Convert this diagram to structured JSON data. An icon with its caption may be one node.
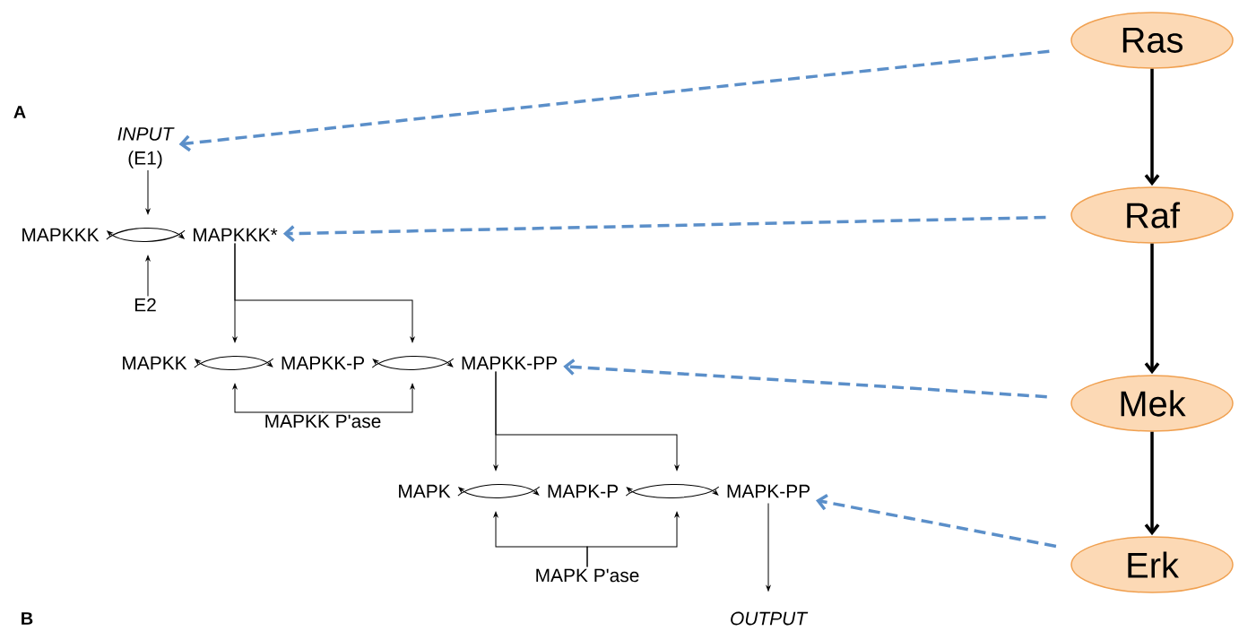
{
  "diagram": {
    "nodes": [
      {
        "text": [
          "INPUT",
          "(E1)"
        ]
      },
      {
        "text": [
          "MAPKKK"
        ]
      },
      {
        "text": [
          "MAPKKK*"
        ]
      },
      {
        "text": [
          "E2"
        ]
      },
      {
        "text": [
          "MAPKK"
        ]
      },
      {
        "text": [
          "MAPKK-P"
        ]
      },
      {
        "text": [
          "MAPKK-PP"
        ]
      },
      {
        "text": [
          "MAPKK P'ase"
        ]
      },
      {
        "text": [
          "MAPK"
        ]
      },
      {
        "text": [
          "MAPK-P"
        ]
      },
      {
        "text": [
          "MAPK-PP"
        ]
      },
      {
        "text": [
          "MAPK P'ase"
        ]
      },
      {
        "text": [
          "OUTPUT"
        ]
      },
      {
        "text": [
          "Ras"
        ]
      },
      {
        "text": [
          "Raf"
        ]
      },
      {
        "text": [
          "Mek"
        ]
      },
      {
        "text": [
          "Erk"
        ]
      }
    ],
    "edges": [
      {
        "from": 13,
        "to": 0,
        "arrow": "to",
        "style": "dashed",
        "color": "#5b8fc9"
      },
      {
        "from": 14,
        "to": 2,
        "arrow": "to",
        "style": "dashed",
        "color": "#5b8fc9"
      },
      {
        "from": 15,
        "to": 6,
        "arrow": "to",
        "style": "dashed",
        "color": "#5b8fc9"
      },
      {
        "from": 16,
        "to": 10,
        "arrow": "to",
        "style": "dashed",
        "color": "#5b8fc9"
      },
      {
        "from": 13,
        "to": 14,
        "arrow": "to",
        "style": "thick"
      },
      {
        "from": 14,
        "to": 15,
        "arrow": "to",
        "style": "thick"
      },
      {
        "from": 15,
        "to": 16,
        "arrow": "to",
        "style": "thick"
      },
      {
        "from": 1,
        "to": 2,
        "arrow": "to"
      },
      {
        "from": 2,
        "to": 1,
        "arrow": "to"
      },
      {
        "from": 0,
        "to": null,
        "arrow": "to"
      },
      {
        "from": 3,
        "to": null,
        "arrow": "to"
      },
      {
        "from": 2,
        "to": null,
        "arrow": "to"
      },
      {
        "from": 2,
        "to": null,
        "arrow": "to"
      },
      {
        "from": 4,
        "to": 5,
        "arrow": "to"
      },
      {
        "from": 5,
        "to": 4,
        "arrow": "to"
      },
      {
        "from": 5,
        "to": 6,
        "arrow": "to"
      },
      {
        "from": 6,
        "to": 5,
        "arrow": "to"
      },
      {
        "from": 7,
        "to": null,
        "arrow": "to"
      },
      {
        "from": 7,
        "to": null,
        "arrow": "to"
      },
      {
        "from": 6,
        "to": null,
        "arrow": "to"
      },
      {
        "from": 6,
        "to": null,
        "arrow": "to"
      },
      {
        "from": 8,
        "to": 9,
        "arrow": "to"
      },
      {
        "from": 9,
        "to": 8,
        "arrow": "to"
      },
      {
        "from": 9,
        "to": 10,
        "arrow": "to"
      },
      {
        "from": 10,
        "to": 9,
        "arrow": "to"
      },
      {
        "from": 11,
        "to": null,
        "arrow": "to"
      },
      {
        "from": 11,
        "to": null,
        "arrow": "to"
      },
      {
        "from": 10,
        "to": 12,
        "arrow": "to"
      }
    ],
    "labels": [
      "A",
      "B"
    ]
  }
}
